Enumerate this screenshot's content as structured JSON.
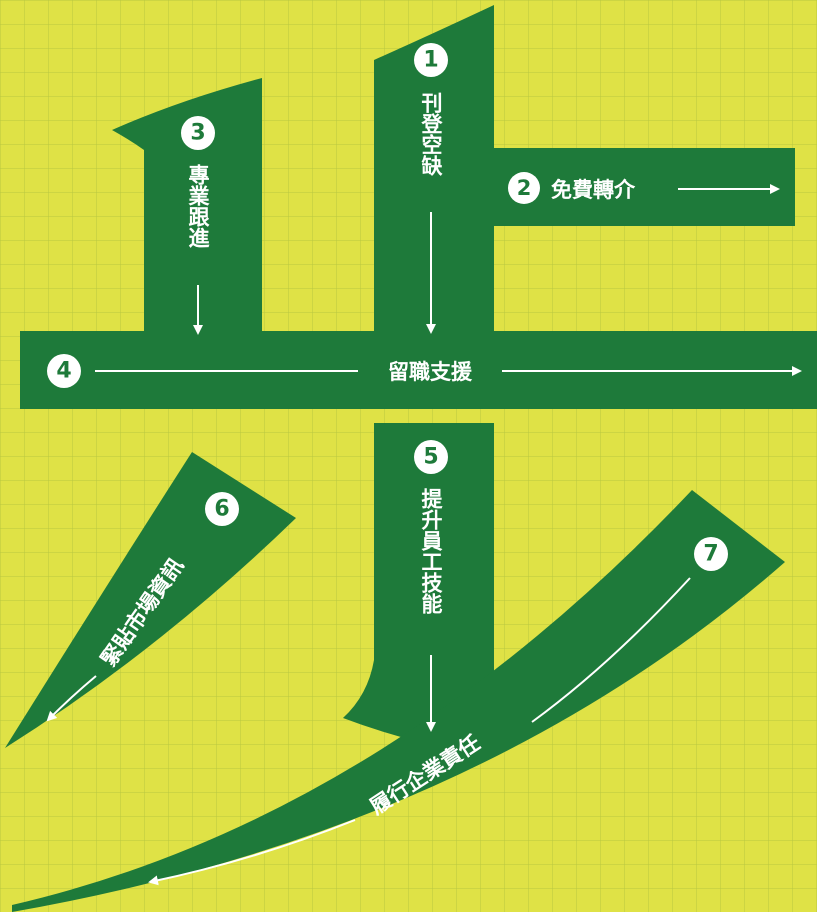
{
  "colors": {
    "background": "#dfe246",
    "grid_line": "#b8c840",
    "shape_green": "#1e7a3a",
    "arrow_white": "#ffffff"
  },
  "steps": [
    {
      "number": "1",
      "label": "刊登空缺"
    },
    {
      "number": "2",
      "label": "免費轉介"
    },
    {
      "number": "3",
      "label": "專業跟進"
    },
    {
      "number": "4",
      "label": "留職支援"
    },
    {
      "number": "5",
      "label": "提升員工技能"
    },
    {
      "number": "6",
      "label": "緊貼市場資訊"
    },
    {
      "number": "7",
      "label": "履行企業責任"
    }
  ]
}
